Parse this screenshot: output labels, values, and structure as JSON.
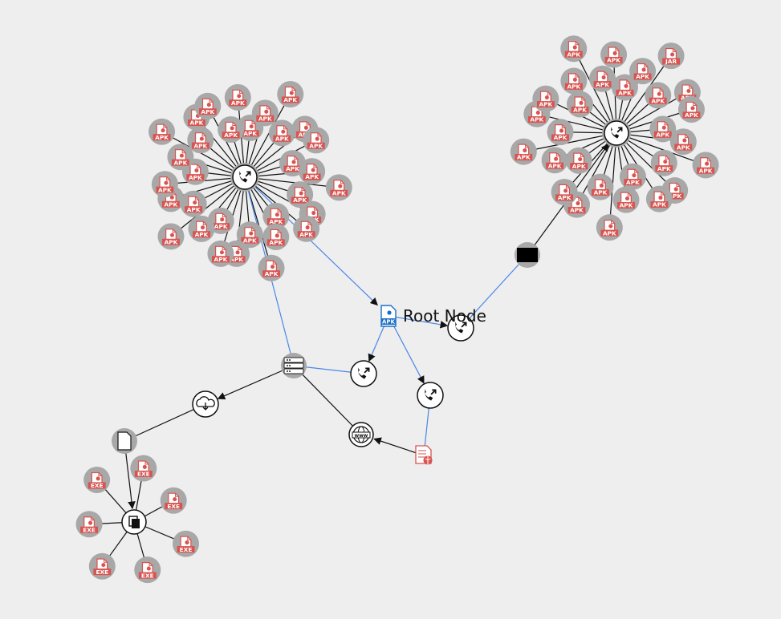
{
  "root": {
    "label": "Root Node",
    "badge": "APK"
  },
  "labels": {
    "apk": "APK",
    "jar": "JAR",
    "exe": "EXE",
    "www": "www"
  },
  "colors": {
    "background": "#eeeeee",
    "edge_black": "#111111",
    "edge_blue": "#4a86e8",
    "file_red": "#d9534f",
    "halo_gray": "#a8a8a8",
    "root_blue": "#1a6fc8"
  },
  "clusters": [
    {
      "name": "left-apk-cluster",
      "hub": "phone-call-icon",
      "leaves": [
        "APK",
        "APK",
        "APK",
        "APK",
        "APK",
        "APK",
        "APK",
        "APK",
        "APK",
        "APK",
        "APK",
        "APK",
        "APK",
        "APK",
        "APK",
        "APK",
        "APK",
        "APK",
        "APK",
        "APK",
        "APK",
        "APK",
        "APK",
        "APK",
        "APK",
        "APK",
        "APK",
        "APK",
        "APK",
        "APK",
        "APK",
        "APK"
      ]
    },
    {
      "name": "right-apk-cluster",
      "hub": "phone-call-icon",
      "leaves": [
        "APK",
        "APK",
        "APK",
        "JAR",
        "APK",
        "APK",
        "APK",
        "APK",
        "APK",
        "APK",
        "APK",
        "APK",
        "APK",
        "APK",
        "APK",
        "APK",
        "APK",
        "APK",
        "APK",
        "APK",
        "APK",
        "APK",
        "APK",
        "APK",
        "APK",
        "APK",
        "APK",
        "APK",
        "APK"
      ]
    },
    {
      "name": "exe-cluster",
      "hub": "files-icon",
      "leaves": [
        "EXE",
        "EXE",
        "EXE",
        "EXE",
        "EXE",
        "EXE",
        "EXE"
      ]
    }
  ],
  "nodes": [
    {
      "name": "server-node",
      "icon": "server-icon"
    },
    {
      "name": "cloud-download-node",
      "icon": "cloud-download-icon"
    },
    {
      "name": "document-node",
      "icon": "document-icon"
    },
    {
      "name": "call-node-a",
      "icon": "phone-call-icon"
    },
    {
      "name": "call-node-b",
      "icon": "phone-call-icon"
    },
    {
      "name": "call-node-c",
      "icon": "phone-call-icon"
    },
    {
      "name": "www-node",
      "icon": "globe-www-icon"
    },
    {
      "name": "web-report-node",
      "icon": "web-document-icon"
    },
    {
      "name": "black-box-node",
      "icon": "black-rectangle-icon"
    }
  ]
}
